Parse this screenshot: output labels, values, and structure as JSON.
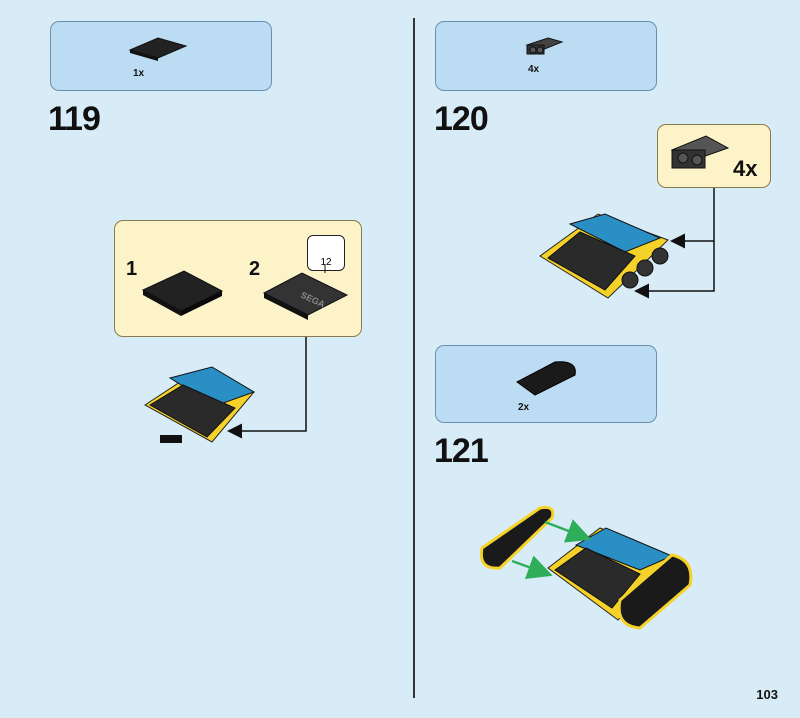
{
  "page": {
    "number": "103"
  },
  "steps": [
    {
      "number": "119",
      "parts": [
        {
          "qty": "1x",
          "icon": "black-tile-2x3"
        }
      ],
      "subassembly": {
        "steps": [
          "1",
          "2"
        ],
        "ref_label": "12"
      }
    },
    {
      "number": "120",
      "parts": [
        {
          "qty": "4x",
          "icon": "bracket-plate"
        }
      ],
      "callout": {
        "qty": "4x",
        "icon": "bracket-plate"
      }
    },
    {
      "number": "121",
      "parts": [
        {
          "qty": "2x",
          "icon": "curved-slope"
        }
      ]
    }
  ],
  "colors": {
    "parts_bg": "#bcdcf4",
    "sub_bg": "#fdf3c8",
    "page_bg": "#d8ecf8",
    "outline": "#f5d22a",
    "arrow_green": "#2fae5a"
  },
  "print": {
    "brand": "SEGA"
  }
}
